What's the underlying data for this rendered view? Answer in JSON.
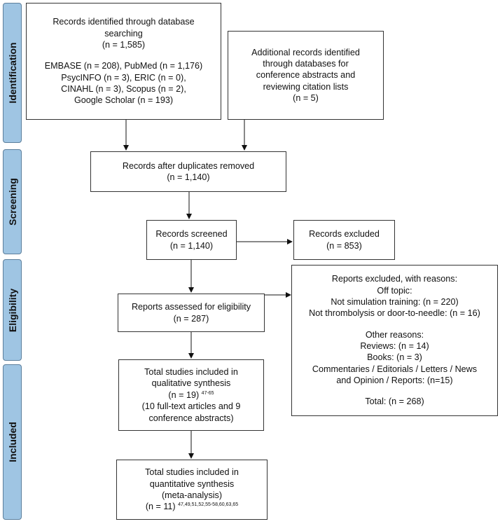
{
  "phases": {
    "identification": "Identification",
    "screening": "Screening",
    "eligibility": "Eligibility",
    "included": "Included"
  },
  "boxes": {
    "db_search": {
      "line1": "Records identified through database",
      "line2": "searching",
      "line3": "(n = 1,585)",
      "line4": "EMBASE (n = 208), PubMed (n = 1,176)",
      "line5": "PsycINFO (n = 3), ERIC (n = 0),",
      "line6": "CINAHL (n = 3), Scopus (n = 2),",
      "line7": "Google Scholar (n = 193)"
    },
    "additional": {
      "line1": "Additional records identified",
      "line2": "through databases for",
      "line3": "conference abstracts and",
      "line4": "reviewing citation lists",
      "line5": "(n = 5)"
    },
    "duplicates": {
      "line1": "Records after duplicates removed",
      "line2": "(n = 1,140)"
    },
    "screened": {
      "line1": "Records screened",
      "line2": "(n = 1,140)"
    },
    "excluded": {
      "line1": "Records excluded",
      "line2": "(n = 853)"
    },
    "eligibility": {
      "line1": "Reports assessed for eligibility",
      "line2": "(n = 287)"
    },
    "reports_excluded": {
      "line1": "Reports excluded, with reasons:",
      "line2": "Off topic:",
      "line3": "Not simulation training: (n = 220)",
      "line4": "Not thrombolysis or door-to-needle: (n = 16)",
      "line5": "Other reasons:",
      "line6": "Reviews: (n = 14)",
      "line7": "Books: (n = 3)",
      "line8": "Commentaries / Editorials / Letters / News",
      "line9": "and Opinion / Reports: (n=15)",
      "line10": "Total: (n = 268)"
    },
    "qualitative": {
      "line1": "Total studies included in",
      "line2": "qualitative synthesis",
      "line3": "(n = 19)",
      "line3_sup": "47-65",
      "line4": "(10 full-text articles and 9",
      "line5": "conference abstracts)"
    },
    "quantitative": {
      "line1": "Total studies included in",
      "line2": "quantitative synthesis",
      "line3": "(meta-analysis)",
      "line4": "(n = 11)",
      "line4_sup": "47,49,51,52,55-58,60,63,65"
    }
  }
}
